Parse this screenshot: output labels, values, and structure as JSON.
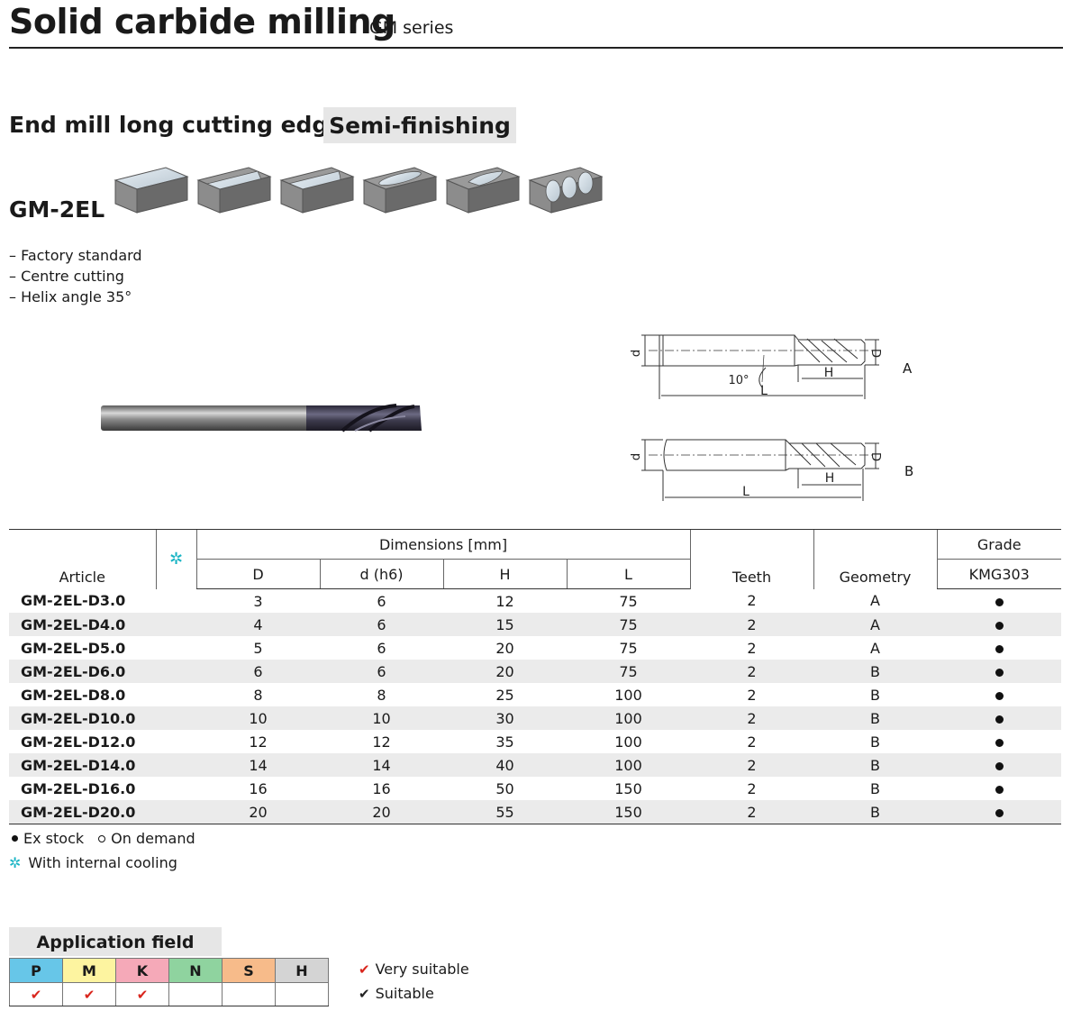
{
  "header": {
    "title": "Solid carbide milling",
    "series": "GM series"
  },
  "product": {
    "subtitle": "End mill long cutting edge",
    "badge": "Semi-finishing",
    "model": "GM-2EL",
    "features": [
      "– Factory standard",
      "– Centre cutting",
      "– Helix angle 35°"
    ]
  },
  "drawings": {
    "A": {
      "label": "A",
      "d": "d",
      "D": "D",
      "H": "H",
      "L": "L",
      "angle": "10°"
    },
    "B": {
      "label": "B",
      "d": "d",
      "D": "D",
      "H": "H",
      "L": "L"
    }
  },
  "table": {
    "headers": {
      "article": "Article",
      "dimensions": "Dimensions [mm]",
      "D": "D",
      "d": "d (h6)",
      "H": "H",
      "L": "L",
      "teeth": "Teeth",
      "geometry": "Geometry",
      "grade": "Grade",
      "grade_name": "KMG303"
    },
    "rows": [
      {
        "article": "GM-2EL-D3.0",
        "D": "3",
        "d": "6",
        "H": "12",
        "L": "75",
        "teeth": "2",
        "geometry": "A"
      },
      {
        "article": "GM-2EL-D4.0",
        "D": "4",
        "d": "6",
        "H": "15",
        "L": "75",
        "teeth": "2",
        "geometry": "A"
      },
      {
        "article": "GM-2EL-D5.0",
        "D": "5",
        "d": "6",
        "H": "20",
        "L": "75",
        "teeth": "2",
        "geometry": "A"
      },
      {
        "article": "GM-2EL-D6.0",
        "D": "6",
        "d": "6",
        "H": "20",
        "L": "75",
        "teeth": "2",
        "geometry": "B"
      },
      {
        "article": "GM-2EL-D8.0",
        "D": "8",
        "d": "8",
        "H": "25",
        "L": "100",
        "teeth": "2",
        "geometry": "B"
      },
      {
        "article": "GM-2EL-D10.0",
        "D": "10",
        "d": "10",
        "H": "30",
        "L": "100",
        "teeth": "2",
        "geometry": "B"
      },
      {
        "article": "GM-2EL-D12.0",
        "D": "12",
        "d": "12",
        "H": "35",
        "L": "100",
        "teeth": "2",
        "geometry": "B"
      },
      {
        "article": "GM-2EL-D14.0",
        "D": "14",
        "d": "14",
        "H": "40",
        "L": "100",
        "teeth": "2",
        "geometry": "B"
      },
      {
        "article": "GM-2EL-D16.0",
        "D": "16",
        "d": "16",
        "H": "50",
        "L": "150",
        "teeth": "2",
        "geometry": "B"
      },
      {
        "article": "GM-2EL-D20.0",
        "D": "20",
        "d": "20",
        "H": "55",
        "L": "150",
        "teeth": "2",
        "geometry": "B"
      }
    ]
  },
  "legend": {
    "ex_stock": "Ex stock",
    "on_demand": "On demand",
    "internal_cooling": "With internal cooling"
  },
  "application": {
    "title": "Application field",
    "materials": [
      {
        "code": "P",
        "color": "#67c6e8",
        "check": "very"
      },
      {
        "code": "M",
        "color": "#fdf4a0",
        "check": "very"
      },
      {
        "code": "K",
        "color": "#f5a9b8",
        "check": "very"
      },
      {
        "code": "N",
        "color": "#8fd39f",
        "check": ""
      },
      {
        "code": "S",
        "color": "#f7bb8a",
        "check": ""
      },
      {
        "code": "H",
        "color": "#d4d4d4",
        "check": ""
      }
    ],
    "very_suitable": "Very suitable",
    "suitable": "Suitable"
  }
}
